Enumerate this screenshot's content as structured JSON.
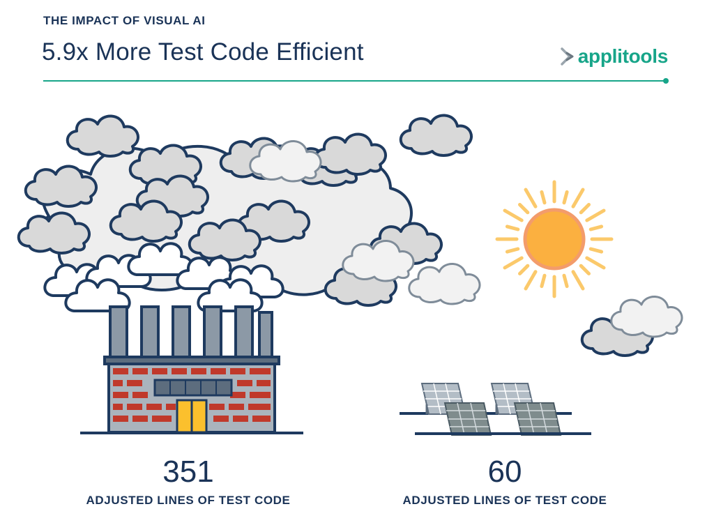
{
  "header": {
    "eyebrow": "THE IMPACT OF VISUAL AI",
    "title": "5.9x More Test Code Efficient"
  },
  "brand": {
    "name": "applitools",
    "icon": "applitools-logo-icon",
    "color": "#17a589"
  },
  "comparison": [
    {
      "value": "351",
      "label": "ADJUSTED LINES OF TEST CODE",
      "illustration": "factory-smokestacks"
    },
    {
      "value": "60",
      "label": "ADJUSTED LINES OF TEST CODE",
      "illustration": "solar-panels-sun"
    }
  ],
  "colors": {
    "navy": "#1a3357",
    "teal": "#17a589",
    "brick": "#c0392b",
    "cloud": "#d9d9d9",
    "sun": "#fbb040"
  }
}
